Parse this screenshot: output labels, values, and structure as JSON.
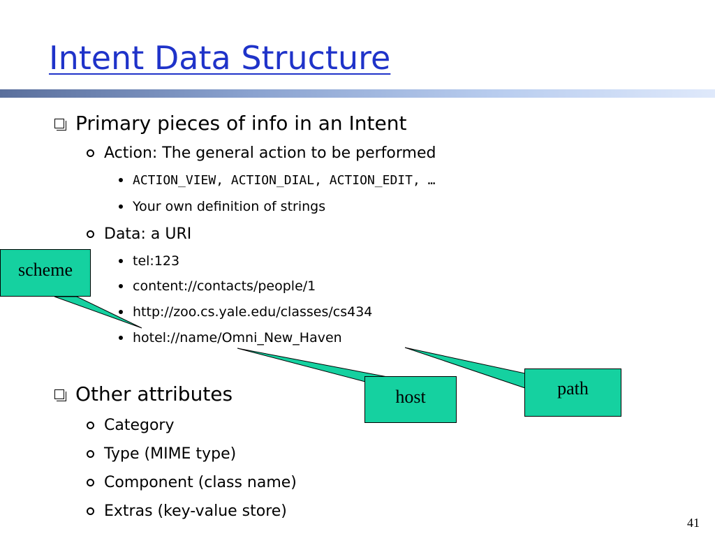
{
  "slide": {
    "title": "Intent Data Structure",
    "page_number": "41",
    "sections": [
      {
        "label": "Primary pieces of info in an Intent",
        "items": [
          {
            "label": "Action: The general action to be performed",
            "subitems": [
              "ACTION_VIEW, ACTION_DIAL, ACTION_EDIT, …",
              "Your own definition of strings"
            ]
          },
          {
            "label": "Data: a URI",
            "subitems": [
              "tel:123",
              "content://contacts/people/1",
              "http://zoo.cs.yale.edu/classes/cs434",
              "hotel://name/Omni_New_Haven"
            ]
          }
        ]
      },
      {
        "label": "Other attributes",
        "items": [
          {
            "label": "Category"
          },
          {
            "label": "Type (MIME type)"
          },
          {
            "label": "Component (class name)"
          },
          {
            "label": "Extras (key-value store)"
          }
        ]
      }
    ],
    "callouts": {
      "scheme": "scheme",
      "host": "host",
      "path": "path"
    },
    "colors": {
      "title": "#1f33c9",
      "callout_fill": "#15d1a0"
    }
  }
}
